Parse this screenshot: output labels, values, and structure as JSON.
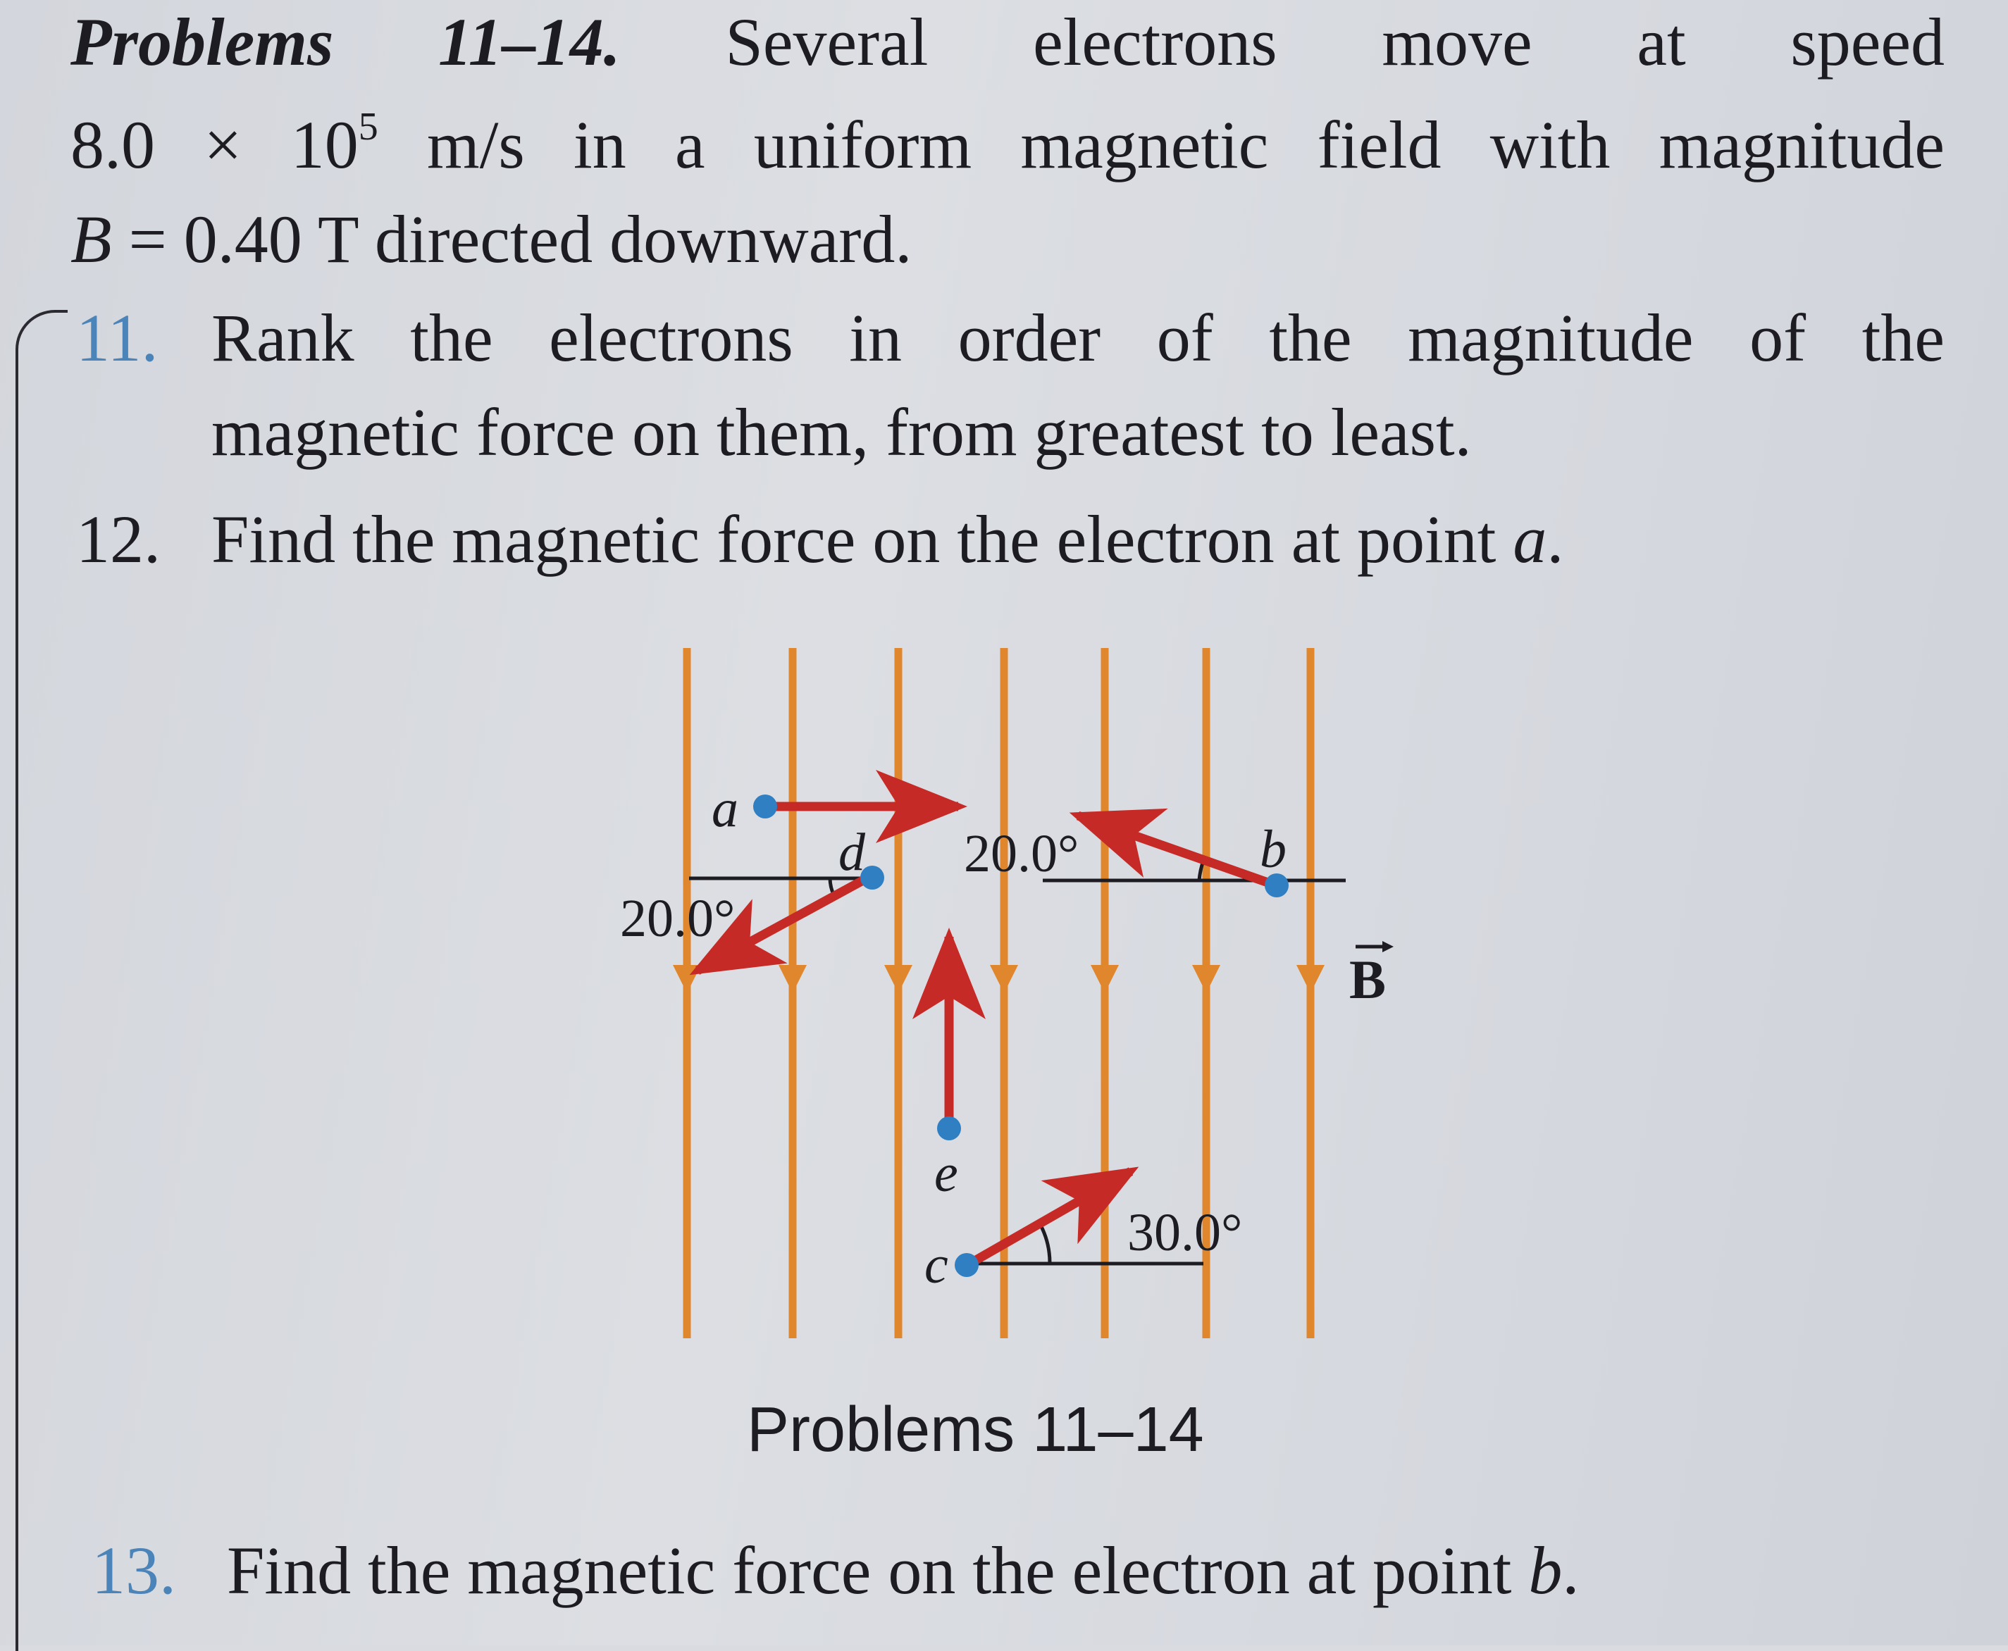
{
  "intro": {
    "lead": "Problems 11–14.",
    "line1_rest": "Several electrons move at speed",
    "line2_pre": "8.0 × 10",
    "line2_exp": "5",
    "line2_post": " m/s in a uniform magnetic field with magnitude",
    "line3_var": "B",
    "line3_rest": " = 0.40 T directed downward."
  },
  "problems": [
    {
      "number": "11.",
      "line1": "Rank the electrons in order of the magnitude of the",
      "line2": "magnetic force on them, from greatest to least."
    },
    {
      "number": "12.",
      "text": "Find the magnetic force on the electron at point ",
      "point": "a",
      "end": "."
    },
    {
      "number": "13.",
      "text": "Find the magnetic force on the electron at point ",
      "point": "b",
      "end": "."
    }
  ],
  "figure": {
    "labels": {
      "a": "a",
      "b": "b",
      "c": "c",
      "d": "d",
      "e": "e",
      "angle_d": "20.0°",
      "angle_b": "20.0°",
      "angle_c": "30.0°",
      "field": "B"
    },
    "caption": "Problems 11–14",
    "colors": {
      "field_lines": "#e0872e",
      "velocity_arrows": "#c62a26",
      "electrons": "#2f7fc2"
    }
  }
}
